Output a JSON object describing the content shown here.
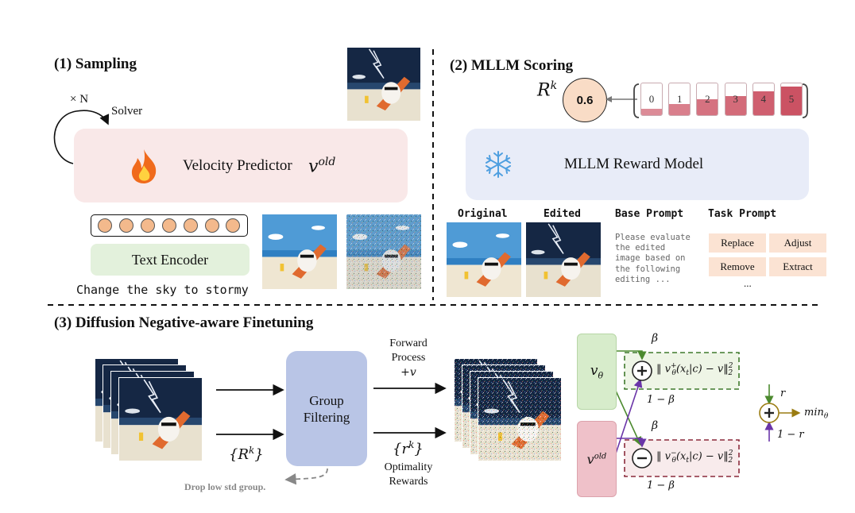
{
  "section1": {
    "title": "(1) Sampling",
    "times_n": "× N",
    "solver": "Solver",
    "velocity_predictor": "Velocity Predictor",
    "v_base": "v",
    "v_sup": "old",
    "text_encoder": "Text Encoder",
    "prompt": "Change the sky to stormy"
  },
  "section2": {
    "title": "(2) MLLM Scoring",
    "r_base": "R",
    "r_sup": "k",
    "score": "0.6",
    "score_bins": [
      {
        "label": "0",
        "fill": 0.2
      },
      {
        "label": "1",
        "fill": 0.35
      },
      {
        "label": "2",
        "fill": 0.5
      },
      {
        "label": "3",
        "fill": 0.6
      },
      {
        "label": "4",
        "fill": 0.75
      },
      {
        "label": "5",
        "fill": 0.9
      }
    ],
    "reward_model": "MLLM Reward Model",
    "col_original": "Original",
    "col_edited": "Edited",
    "col_base_prompt": "Base Prompt",
    "col_task_prompt": "Task Prompt",
    "base_prompt_lines": [
      "Please evaluate",
      "the edited",
      "image based on",
      "the following",
      "editing ..."
    ],
    "tasks": [
      "Replace",
      "Adjust",
      "Remove",
      "Extract"
    ],
    "tasks_more": "..."
  },
  "section3": {
    "title": "(3) Diffusion Negative-aware Finetuning",
    "group_filtering_line1": "Group",
    "group_filtering_line2": "Filtering",
    "rk_set": "{R",
    "rk_set_sup": "k",
    "rk_set_close": "}",
    "forward_line1": "Forward",
    "forward_line2": "Process",
    "forward_line3": "+v",
    "rsmall_set": "{r",
    "rsmall_sup": "k",
    "rsmall_close": "}",
    "optimality_line1": "Optimality",
    "optimality_line2": "Rewards",
    "drop_note": "Drop low std group.",
    "v_theta": "v",
    "v_theta_sub": "θ",
    "v_old": "v",
    "v_old_sup": "old",
    "beta": "β",
    "one_minus_beta": "1 − β",
    "plus_formula": "‖ v",
    "minus_formula": "‖ v",
    "formula_plus_sup": "+",
    "formula_minus_sup": "−",
    "formula_tail_a": "θ",
    "formula_tail_b": "(x",
    "formula_tail_c": "t",
    "formula_tail_d": "|c) −  v‖",
    "formula_exp": "2",
    "formula_sub": "2",
    "r_label": "r",
    "one_minus_r": "1 − r",
    "min_label": "min",
    "min_sub": "θ"
  },
  "colors": {
    "velocity_box": "#f9e8e8",
    "text_encoder": "#e3f1dc",
    "reward_model": "#e8ecf8",
    "group_filtering": "#b9c5e6",
    "vtheta_box": "#d7eccb",
    "vold_box": "#efc1c9",
    "score_circle": "#f9dcc6",
    "green_dashed": "#3f7a2c",
    "red_dashed": "#8a2a3b",
    "purple_arrow": "#6a35a8",
    "olive_arrow": "#9a7c12"
  }
}
